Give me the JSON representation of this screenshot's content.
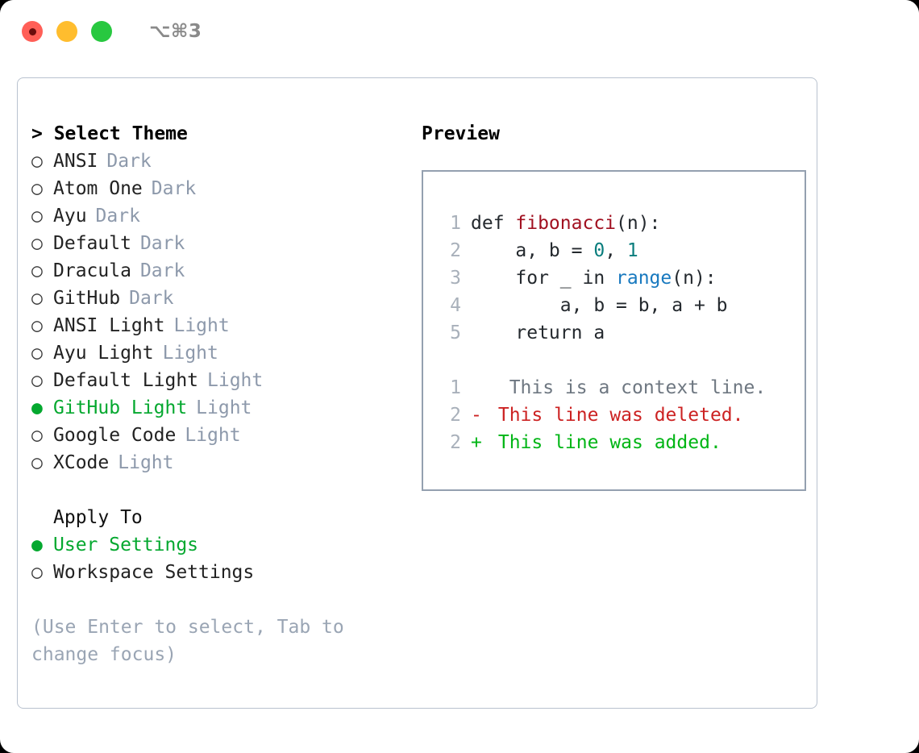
{
  "titlebar": {
    "shortcut": "⌥⌘3",
    "lights": [
      {
        "name": "close-button",
        "color": "#ff5f57"
      },
      {
        "name": "minimize-button",
        "color": "#ffbd2e"
      },
      {
        "name": "maximize-button",
        "color": "#28c840"
      }
    ]
  },
  "theme_selector": {
    "header": "> Select Theme",
    "items": [
      {
        "marker": "○",
        "name": "ANSI",
        "tag": "Dark",
        "selected": false
      },
      {
        "marker": "○",
        "name": "Atom One",
        "tag": "Dark",
        "selected": false
      },
      {
        "marker": "○",
        "name": "Ayu",
        "tag": "Dark",
        "selected": false
      },
      {
        "marker": "○",
        "name": "Default",
        "tag": "Dark",
        "selected": false
      },
      {
        "marker": "○",
        "name": "Dracula",
        "tag": "Dark",
        "selected": false
      },
      {
        "marker": "○",
        "name": "GitHub",
        "tag": "Dark",
        "selected": false
      },
      {
        "marker": "○",
        "name": "ANSI Light",
        "tag": "Light",
        "selected": false
      },
      {
        "marker": "○",
        "name": "Ayu Light",
        "tag": "Light",
        "selected": false
      },
      {
        "marker": "○",
        "name": "Default Light",
        "tag": "Light",
        "selected": false
      },
      {
        "marker": "●",
        "name": "GitHub Light",
        "tag": "Light",
        "selected": true
      },
      {
        "marker": "○",
        "name": "Google Code",
        "tag": "Light",
        "selected": false
      },
      {
        "marker": "○",
        "name": "XCode",
        "tag": "Light",
        "selected": false
      }
    ]
  },
  "apply_to": {
    "label": "Apply To",
    "items": [
      {
        "marker": "●",
        "name": "User Settings",
        "selected": true
      },
      {
        "marker": "○",
        "name": "Workspace Settings",
        "selected": false
      }
    ]
  },
  "hint": "(Use Enter to select, Tab to change focus)",
  "preview": {
    "title": "Preview",
    "code_lines": [
      {
        "no": "1",
        "segments": [
          {
            "t": "def ",
            "c": "plain"
          },
          {
            "t": "fibonacci",
            "c": "fn"
          },
          {
            "t": "(n):",
            "c": "plain"
          }
        ]
      },
      {
        "no": "2",
        "segments": [
          {
            "t": "    a, b = ",
            "c": "plain"
          },
          {
            "t": "0",
            "c": "num"
          },
          {
            "t": ", ",
            "c": "plain"
          },
          {
            "t": "1",
            "c": "num"
          }
        ]
      },
      {
        "no": "3",
        "segments": [
          {
            "t": "    for _ in ",
            "c": "plain"
          },
          {
            "t": "range",
            "c": "call"
          },
          {
            "t": "(n):",
            "c": "plain"
          }
        ]
      },
      {
        "no": "4",
        "segments": [
          {
            "t": "        a, b = b, a + b",
            "c": "plain"
          }
        ]
      },
      {
        "no": "5",
        "segments": [
          {
            "t": "    return a",
            "c": "plain"
          }
        ]
      }
    ],
    "diff_lines": [
      {
        "no": "1",
        "mark": " ",
        "text": "  This is a context line.",
        "kind": "ctx"
      },
      {
        "no": "2",
        "mark": "-",
        "text": " This line was deleted.",
        "kind": "del"
      },
      {
        "no": "2",
        "mark": "+",
        "text": " This line was added.",
        "kind": "add"
      }
    ]
  },
  "colors": {
    "accent_green": "#04a82f",
    "tag_muted": "#8d99ab",
    "diff_delete": "#cc2222",
    "diff_add": "#00b515",
    "syntax_function": "#a11020",
    "syntax_number": "#0a7d7d",
    "syntax_call": "#1879bf",
    "panel_border": "#b9c2cf",
    "preview_border": "#94a0b0"
  }
}
